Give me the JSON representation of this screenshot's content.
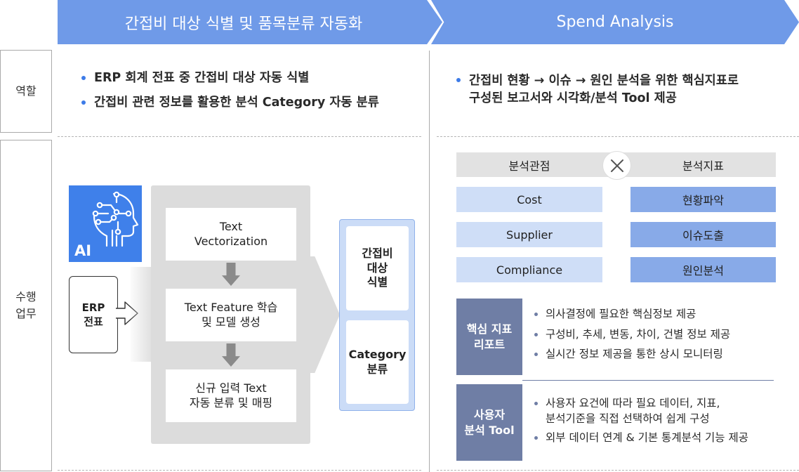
{
  "header": {
    "left_title": "간접비 대상 식별 및 품목분류 자동화",
    "right_title": "Spend Analysis"
  },
  "row_labels": {
    "role": "역할",
    "task": "수행\n업무"
  },
  "role_left": {
    "items": [
      "ERP 회계 전표 중 간접비 대상 자동 식별",
      "간접비 관련 정보를 활용한 분석 Category 자동 분류"
    ]
  },
  "role_right": {
    "items": [
      "간접비 현황 → 이슈 → 원인 분석을 위한 핵심지표로\n구성된 보고서와 시각화/분석 Tool 제공"
    ]
  },
  "flow": {
    "ai_label": "AI",
    "erp_label": "ERP\n전표",
    "steps": [
      "Text\nVectorization",
      "Text Feature 학습\n및 모델 생성",
      "신규 입력 Text\n자동 분류 및 매핑"
    ],
    "results": [
      "간접비\n대상\n식별",
      "Category\n분류"
    ]
  },
  "matrix": {
    "left_header": "분석관점",
    "right_header": "분석지표",
    "cross_icon": "close-icon",
    "left_items": [
      "Cost",
      "Supplier",
      "Compliance"
    ],
    "right_items": [
      "현황파악",
      "이슈도출",
      "원인분석"
    ]
  },
  "features": [
    {
      "label": "핵심 지표\n리포트",
      "items": [
        "의사결정에 필요한 핵심정보 제공",
        "구성비, 추세, 변동, 차이, 건별 정보 제공",
        "실시간 정보 제공을 통한 상시 모니터링"
      ]
    },
    {
      "label": "사용자\n분석 Tool",
      "items": [
        "사용자 요건에 따라 필요 데이터, 지표,\n분석기준을 직접 선택하여 쉽게 구성",
        "외부 데이터 연계 & 기본 통계분석 기능 제공"
      ]
    }
  ],
  "colors": {
    "header_blue": "#6f9ae8",
    "ai_blue": "#3f80ea",
    "light_blue": "#cfdef7",
    "mid_blue": "#88aae8",
    "slate": "#6f7ea5",
    "gray": "#dcdcdc"
  }
}
